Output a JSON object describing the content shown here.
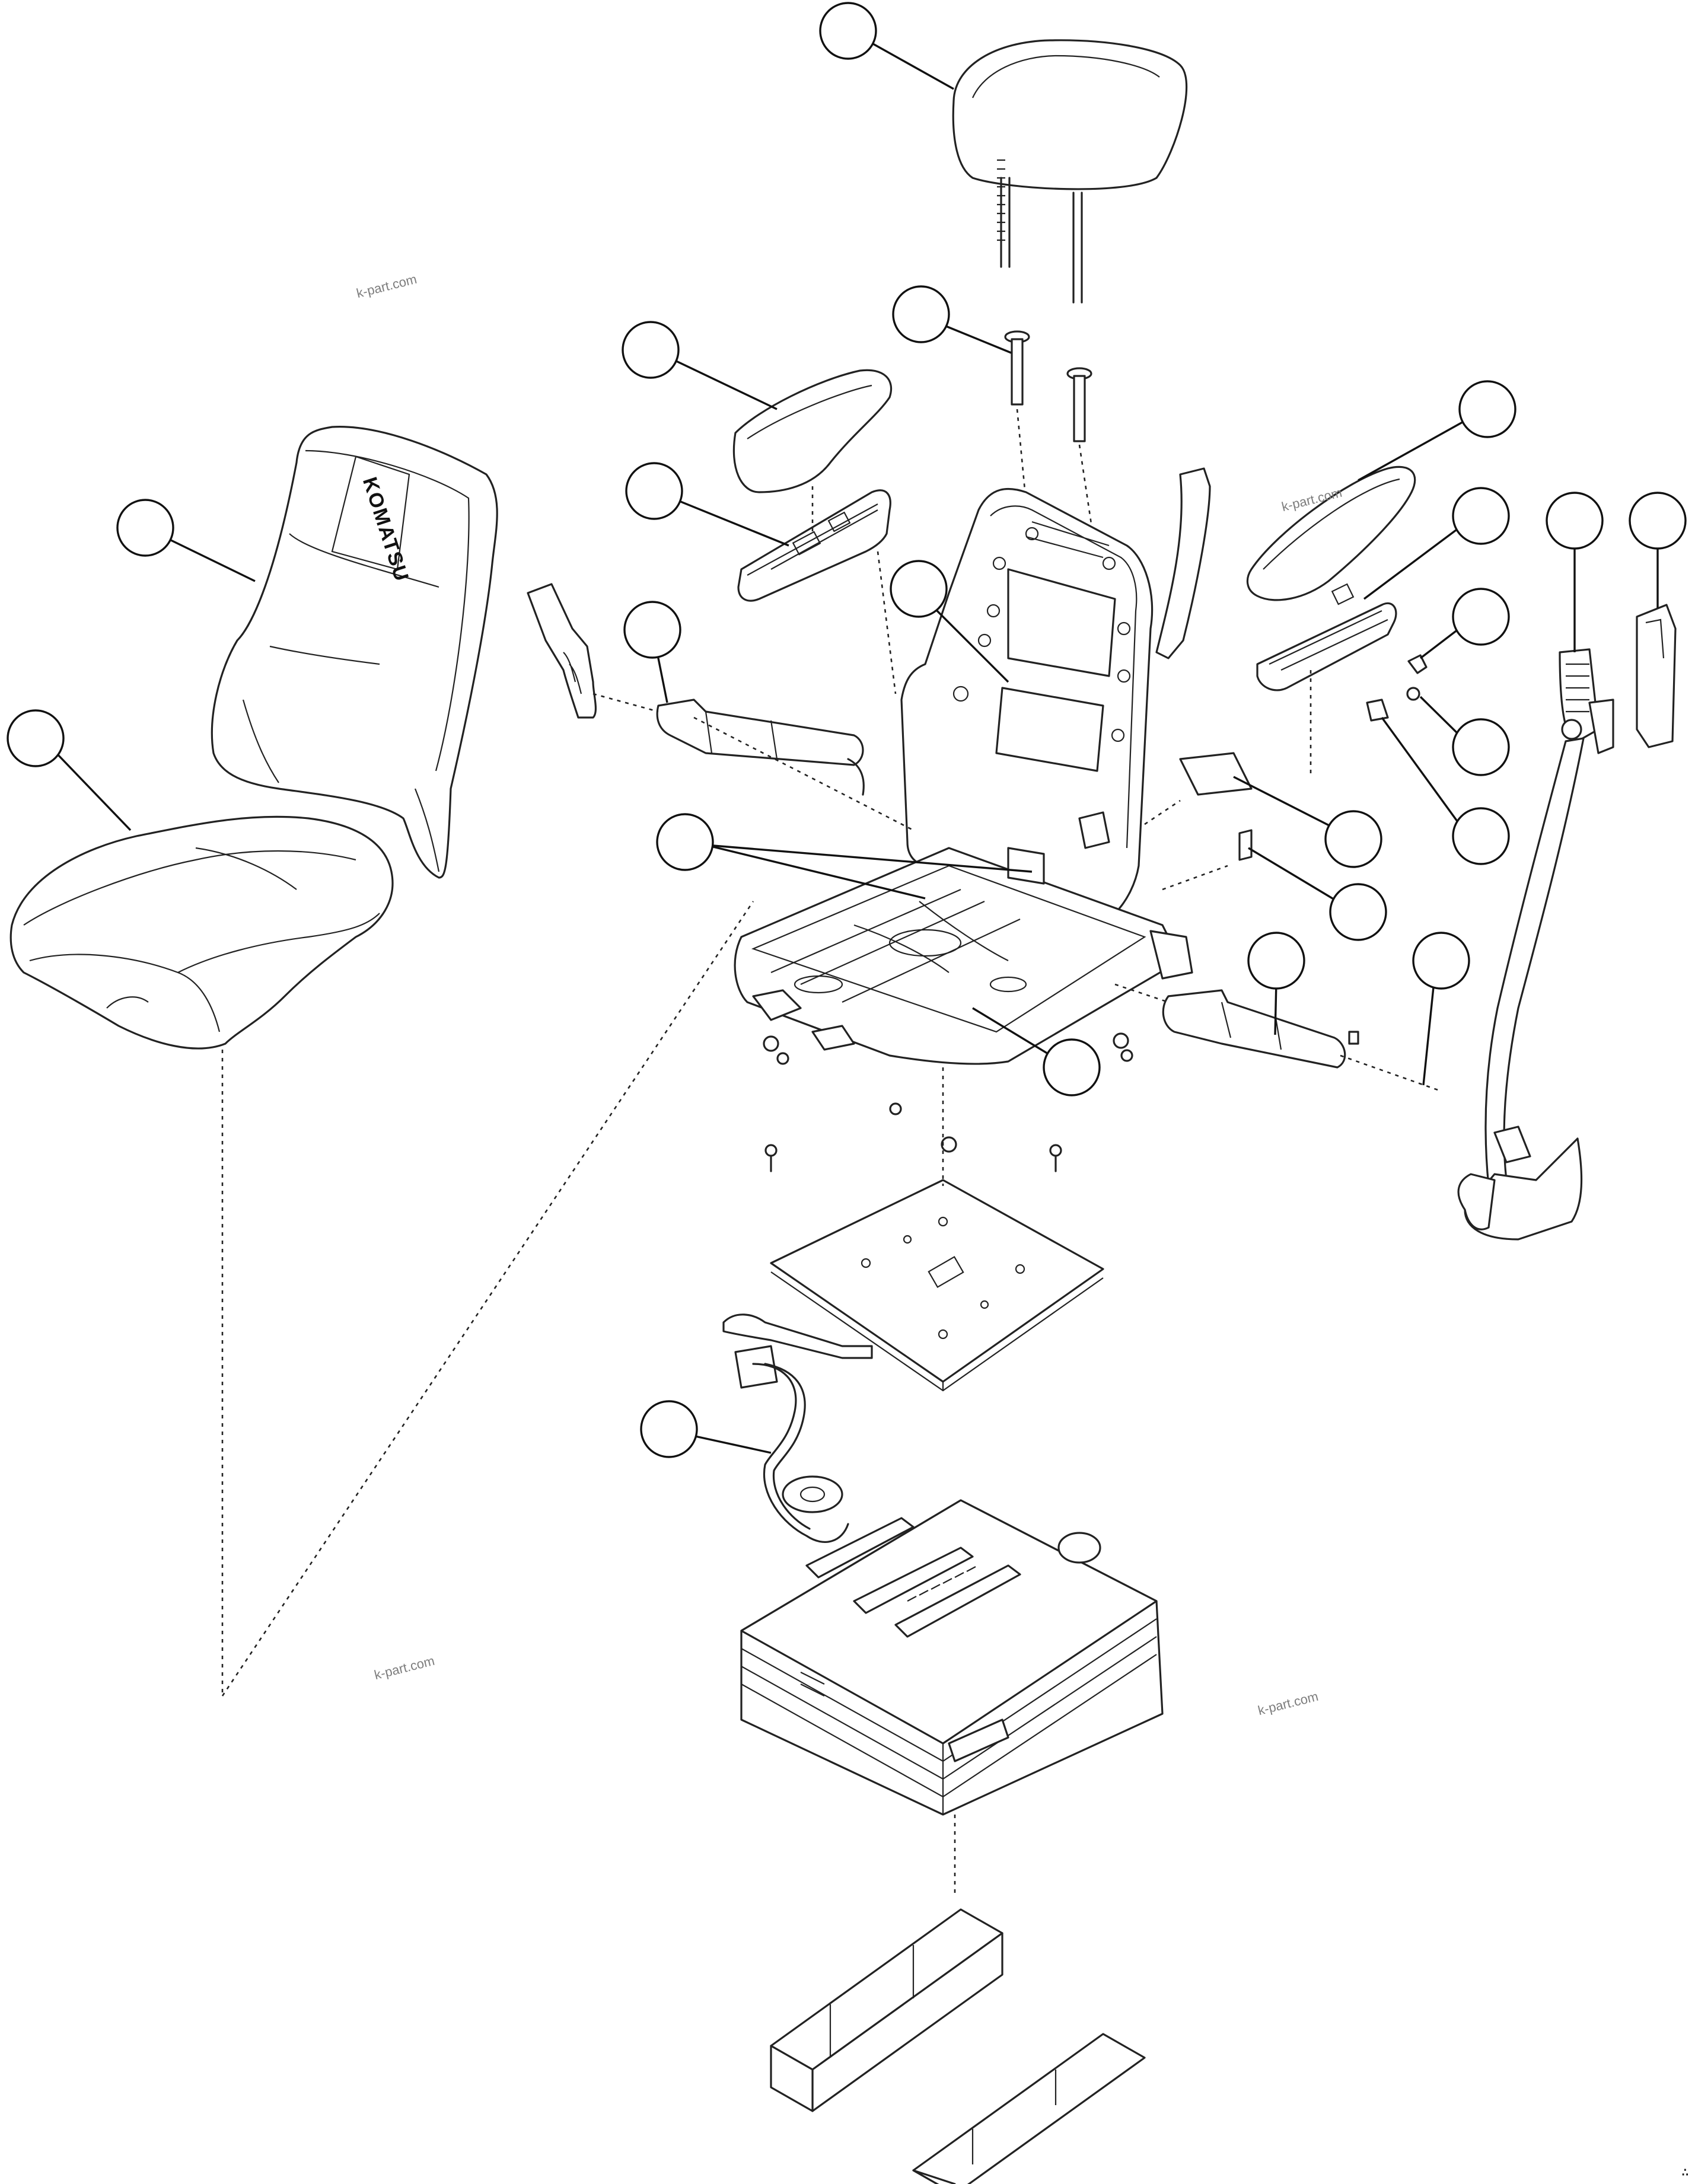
{
  "watermarks": [
    "k-part.com",
    "k-part.com",
    "k-part.com",
    "k-part.com"
  ],
  "logo_text": "KOMATSU",
  "figure_ref": "∴",
  "callouts": [
    {
      "id": "headrest"
    },
    {
      "id": "headrest-guide"
    },
    {
      "id": "left-armrest-pad"
    },
    {
      "id": "left-armrest-base"
    },
    {
      "id": "right-armrest-pad"
    },
    {
      "id": "right-armrest-base"
    },
    {
      "id": "right-armrest-knob"
    },
    {
      "id": "right-armrest-cap"
    },
    {
      "id": "switch"
    },
    {
      "id": "right-belt-guide"
    },
    {
      "id": "right-belt-cover"
    },
    {
      "id": "back-cushion"
    },
    {
      "id": "seat-cushion"
    },
    {
      "id": "left-buckle"
    },
    {
      "id": "backrest-frame"
    },
    {
      "id": "seat-frame"
    },
    {
      "id": "bracket"
    },
    {
      "id": "clip"
    },
    {
      "id": "right-buckle"
    },
    {
      "id": "retractor-belt"
    },
    {
      "id": "slide-plate"
    },
    {
      "id": "harness"
    }
  ]
}
